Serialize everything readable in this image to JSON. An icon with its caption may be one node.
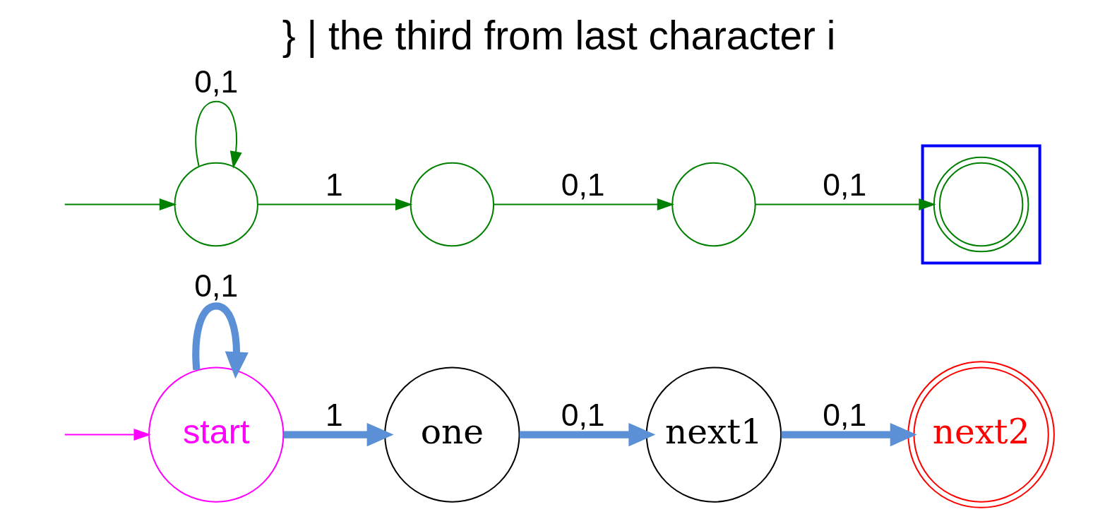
{
  "diagram": {
    "title": "} | the third from last character i",
    "nodes": [
      {
        "text": [
          "start"
        ]
      },
      {
        "text": [
          "one"
        ]
      },
      {
        "text": [
          "next1"
        ]
      },
      {
        "text": [
          "next2"
        ]
      },
      {
        "text": [],
        "shape": "circle"
      },
      {
        "text": [],
        "shape": "circle"
      },
      {
        "text": [],
        "shape": "circle"
      },
      {
        "text": [],
        "shape": "box"
      },
      {
        "text": [],
        "shape": "circle",
        "in": 7
      }
    ],
    "edges": [
      {
        "from": null,
        "to": 0,
        "arrow": "to",
        "color": "#ff00ff"
      },
      {
        "from": 0,
        "to": 0,
        "arrow": "to",
        "label": "0,1",
        "style": "thick",
        "color": "#5b8fd6"
      },
      {
        "from": 0,
        "to": 1,
        "arrow": "to",
        "label": "1",
        "style": "thick",
        "color": "#5b8fd6"
      },
      {
        "from": 1,
        "to": 2,
        "arrow": "to",
        "label": "0,1",
        "style": "thick",
        "color": "#5b8fd6"
      },
      {
        "from": 2,
        "to": 3,
        "arrow": "to",
        "label": "0,1",
        "style": "thick",
        "color": "#5b8fd6"
      },
      {
        "from": null,
        "to": 4,
        "arrow": "to",
        "color": "#008000"
      },
      {
        "from": 4,
        "to": 4,
        "arrow": "to",
        "label": "0,1",
        "color": "#008000"
      },
      {
        "from": 4,
        "to": 5,
        "arrow": "to",
        "label": "1",
        "color": "#008000"
      },
      {
        "from": 5,
        "to": 6,
        "arrow": "to",
        "label": "0,1",
        "color": "#008000"
      },
      {
        "from": 6,
        "to": 8,
        "arrow": "to",
        "label": "0,1",
        "color": "#008000"
      }
    ]
  }
}
